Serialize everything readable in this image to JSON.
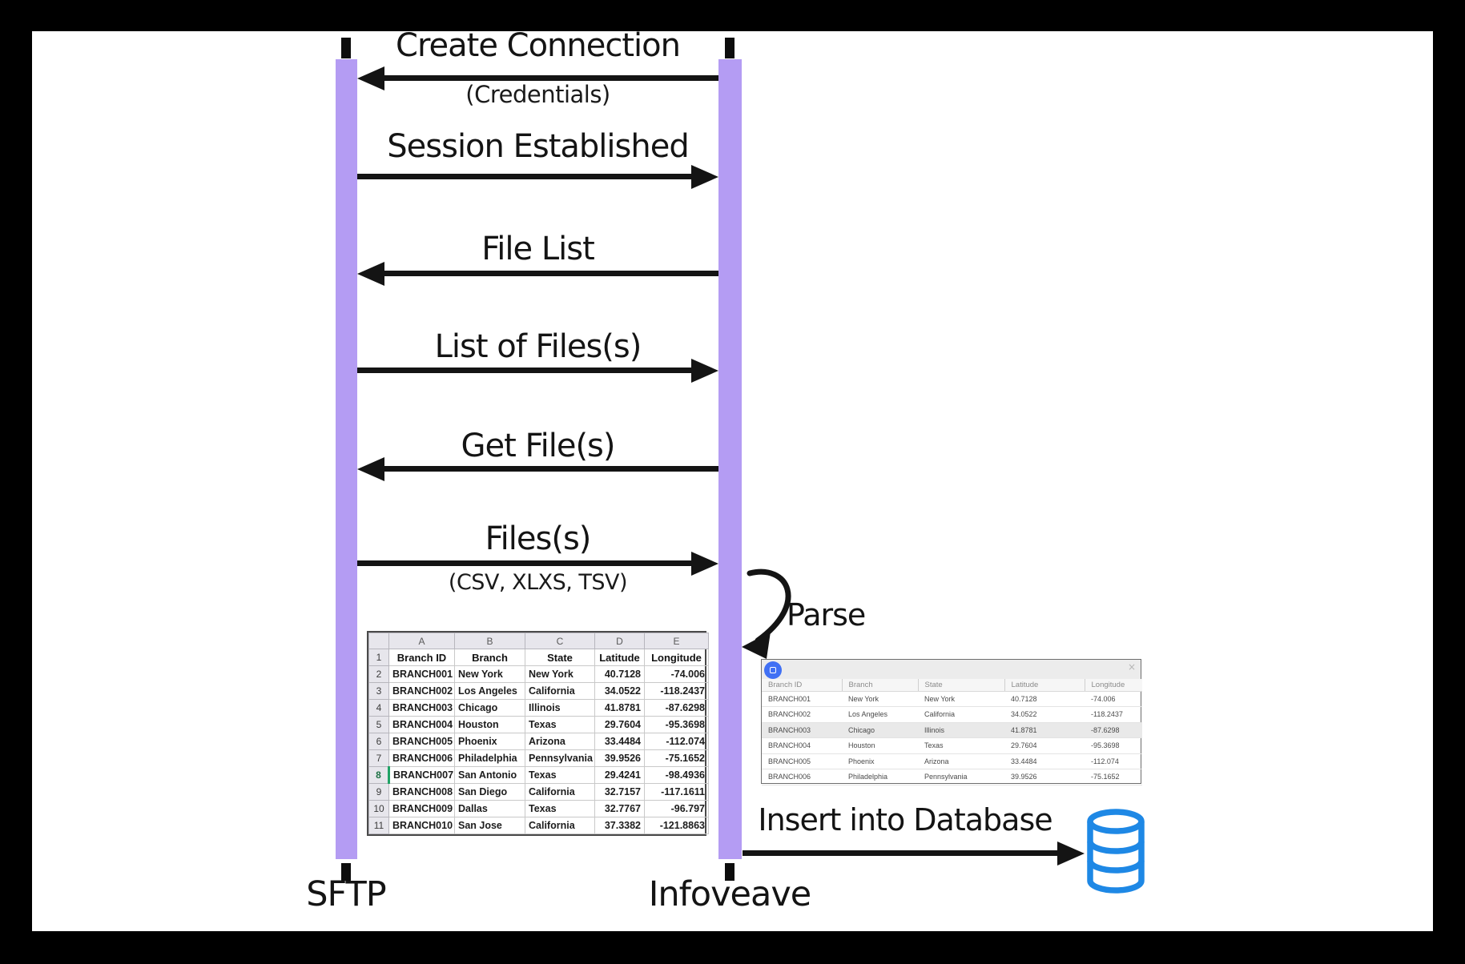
{
  "diagram": {
    "actors": [
      {
        "id": "sftp",
        "label": "SFTP"
      },
      {
        "id": "infoveave",
        "label": "Infoveave"
      }
    ],
    "messages": [
      {
        "label": "Create Connection",
        "sublabel": "(Credentials)",
        "direction": "to-sftp"
      },
      {
        "label": "Session Established",
        "direction": "to-infoveave"
      },
      {
        "label": "File List",
        "direction": "to-sftp"
      },
      {
        "label": "List of Files(s)",
        "direction": "to-infoveave"
      },
      {
        "label": "Get File(s)",
        "direction": "to-sftp"
      },
      {
        "label": "Files(s)",
        "sublabel": "(CSV, XLXS, TSV)",
        "direction": "to-infoveave"
      }
    ],
    "self_action_label": "Parse",
    "db_action_label": "Insert into Database"
  },
  "excel_table": {
    "column_letters": [
      "A",
      "B",
      "C",
      "D",
      "E"
    ],
    "headers": [
      "Branch ID",
      "Branch",
      "State",
      "Latitude",
      "Longitude"
    ],
    "rows": [
      [
        "BRANCH001",
        "New York",
        "New York",
        "40.7128",
        "-74.006"
      ],
      [
        "BRANCH002",
        "Los Angeles",
        "California",
        "34.0522",
        "-118.2437"
      ],
      [
        "BRANCH003",
        "Chicago",
        "Illinois",
        "41.8781",
        "-87.6298"
      ],
      [
        "BRANCH004",
        "Houston",
        "Texas",
        "29.7604",
        "-95.3698"
      ],
      [
        "BRANCH005",
        "Phoenix",
        "Arizona",
        "33.4484",
        "-112.074"
      ],
      [
        "BRANCH006",
        "Philadelphia",
        "Pennsylvania",
        "39.9526",
        "-75.1652"
      ],
      [
        "BRANCH007",
        "San Antonio",
        "Texas",
        "29.4241",
        "-98.4936"
      ],
      [
        "BRANCH008",
        "San Diego",
        "California",
        "32.7157",
        "-117.1611"
      ],
      [
        "BRANCH009",
        "Dallas",
        "Texas",
        "32.7767",
        "-96.797"
      ],
      [
        "BRANCH010",
        "San Jose",
        "California",
        "37.3382",
        "-121.8863"
      ]
    ],
    "selected_row_number": 8
  },
  "infoveave_table": {
    "headers": [
      "Branch ID",
      "Branch",
      "State",
      "Latitude",
      "Longitude"
    ],
    "rows": [
      [
        "BRANCH001",
        "New York",
        "New York",
        "40.7128",
        "-74.006"
      ],
      [
        "BRANCH002",
        "Los Angeles",
        "California",
        "34.0522",
        "-118.2437"
      ],
      [
        "BRANCH003",
        "Chicago",
        "Illinois",
        "41.8781",
        "-87.6298"
      ],
      [
        "BRANCH004",
        "Houston",
        "Texas",
        "29.7604",
        "-95.3698"
      ],
      [
        "BRANCH005",
        "Phoenix",
        "Arizona",
        "33.4484",
        "-112.074"
      ],
      [
        "BRANCH006",
        "Philadelphia",
        "Pennsylvania",
        "39.9526",
        "-75.1652"
      ]
    ],
    "highlighted_row": "BRANCH003",
    "close_glyph": "×"
  },
  "colors": {
    "lifeline_purple": "#b49cf3",
    "database_icon_blue": "#1e88e5",
    "table_icon_blue": "#4070f4",
    "excel_selection_green": "#21a366"
  }
}
